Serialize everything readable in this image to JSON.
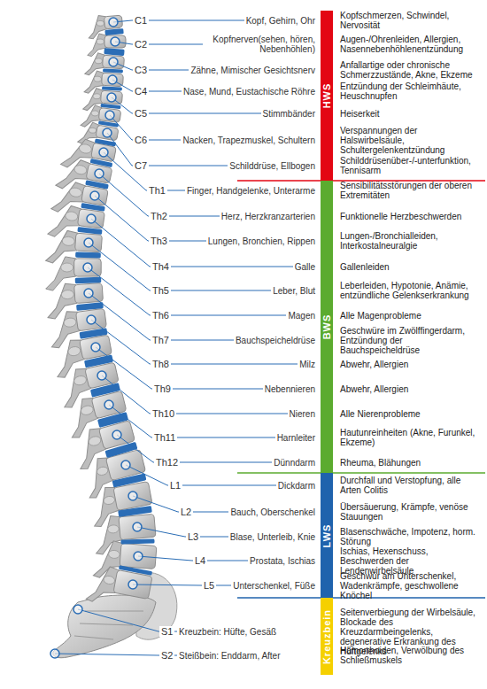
{
  "diagram": {
    "nodes": [
      {
        "text": [
          "HWS"
        ]
      },
      {
        "text": [
          "BWS"
        ]
      },
      {
        "text": [
          "LWS"
        ]
      },
      {
        "text": [
          "Kreuzbein"
        ]
      }
    ],
    "labels": [
      "C1",
      "Kopf, Gehirn, Ohr",
      "Kopfschmerzen, Schwindel, Nervosität",
      "C2",
      "Kopfnerven(sehen, hören, Nebenhöhlen)",
      "Augen-/Ohrenleiden, Allergien, Nasennebenhöhlenentzündung",
      "C3",
      "Zähne, Mimischer Gesichtsnerv",
      "Anfallartige oder chronische Schmerzzustände, Akne, Ekzeme",
      "C4",
      "Nase, Mund, Eustachische Röhre",
      "Entzündung der Schleimhäute, Heuschnupfen",
      "C5",
      "Stimmbänder",
      "Heiserkeit",
      "C6",
      "Nacken, Trapezmuskel, Schultern",
      "Verspannungen der Halswirbelsäule, Schultergelenkentzündung",
      "C7",
      "Schilddrüse, Ellbogen",
      "Schilddrüsenüber-/-unterfunktion, Tennisarm",
      "Th1",
      "Finger, Handgelenke, Unterarme",
      "Sensibilitätsstörungen der oberen Extremitäten",
      "Th2",
      "Herz, Herzkranzarterien",
      "Funktionelle Herzbeschwerden",
      "Th3",
      "Lungen, Bronchien, Rippen",
      "Lungen-/Bronchialleiden, Interkostalneuralgie",
      "Th4",
      "Galle",
      "Gallenleiden",
      "Th5",
      "Leber, Blut",
      "Leberleiden, Hypotonie, Anämie, entzündliche Gelenkserkrankung",
      "Th6",
      "Magen",
      "Alle Magenprobleme",
      "Th7",
      "Bauchspeicheldrüse",
      "Geschwüre im Zwölffingerdarm, Entzündung der Bauchspeicheldrüse",
      "Th8",
      "Milz",
      "Abwehr, Allergien",
      "Th9",
      "Nebennieren",
      "Abwehr, Allergien",
      "Th10",
      "Nieren",
      "Alle Nierenprobleme",
      "Th11",
      "Harnleiter",
      "Hautunreinheiten (Akne, Furunkel, Ekzeme)",
      "Th12",
      "Dünndarm",
      "Rheuma, Blähungen",
      "L1",
      "Dickdarm",
      "Durchfall und Verstopfung, alle Arten Colitis",
      "L2",
      "Bauch, Oberschenkel",
      "Übersäuerung, Krämpfe, venöse Stauungen",
      "L3",
      "Blase, Unterleib, Knie",
      "Blasenschwäche, Impotenz, horm. Störung",
      "L4",
      "Prostata, Ischias",
      "Ischias, Hexenschuss, Beschwerden der Lendenwirbelsäule",
      "L5",
      "Unterschenkel, Füße",
      "Geschwür am Unterschenkel, Wadenkrämpfe, geschwollene Knöchel",
      "S1",
      "Kreuzbein: Hüfte, Gesäß",
      "Seitenverbiegung der Wirbelsäule, Blockade des Kreuzdarmbeingelenks, degenerative Erkrankung des Hüftgelenks",
      "S2",
      "Steißbein: Enddarm, After",
      "Hämorrhoiden, Verwölbung des Schließmuskels"
    ]
  }
}
